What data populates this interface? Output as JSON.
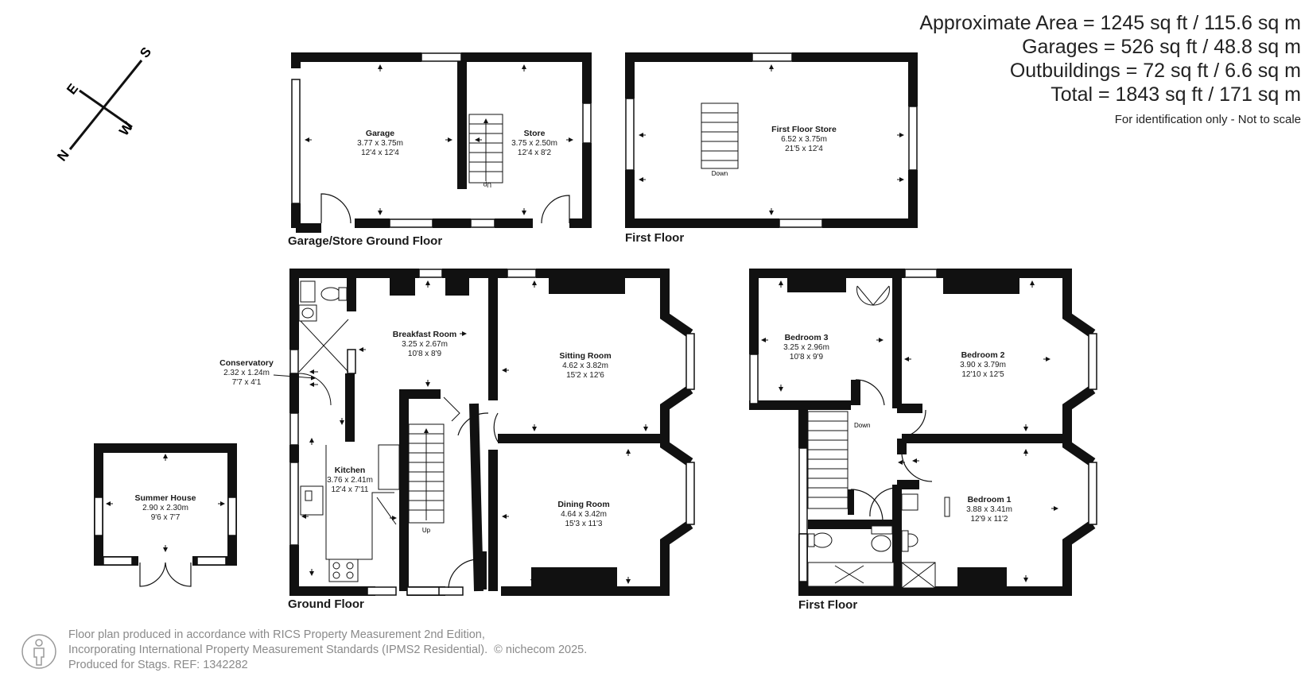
{
  "summary": {
    "approximate_area": "Approximate Area = 1245 sq ft / 115.6 sq m",
    "garages": "Garages = 526 sq ft / 48.8 sq m",
    "outbuildings": "Outbuildings = 72 sq ft / 6.6 sq m",
    "total": "Total = 1843 sq ft / 171 sq m",
    "note": "For identification only - Not to scale"
  },
  "compass": {
    "n": "N",
    "s": "S",
    "e": "E",
    "w": "W"
  },
  "floor_labels": {
    "garage_ground": "Garage/Store Ground Floor",
    "garage_first": "First Floor",
    "ground": "Ground Floor",
    "first": "First Floor"
  },
  "rooms": {
    "garage": {
      "name": "Garage",
      "metric": "3.77 x 3.75m",
      "imperial": "12'4 x 12'4"
    },
    "store": {
      "name": "Store",
      "metric": "3.75 x 2.50m",
      "imperial": "12'4 x 8'2"
    },
    "first_floor_store": {
      "name": "First Floor Store",
      "metric": "6.52 x 3.75m",
      "imperial": "21'5 x 12'4"
    },
    "conservatory": {
      "name": "Conservatory",
      "metric": "2.32 x 1.24m",
      "imperial": "7'7 x 4'1"
    },
    "breakfast_room": {
      "name": "Breakfast Room",
      "metric": "3.25 x 2.67m",
      "imperial": "10'8 x 8'9"
    },
    "sitting_room": {
      "name": "Sitting Room",
      "metric": "4.62 x 3.82m",
      "imperial": "15'2 x 12'6"
    },
    "kitchen": {
      "name": "Kitchen",
      "metric": "3.76 x 2.41m",
      "imperial": "12'4 x 7'11"
    },
    "dining_room": {
      "name": "Dining Room",
      "metric": "4.64 x 3.42m",
      "imperial": "15'3 x 11'3"
    },
    "summer_house": {
      "name": "Summer House",
      "metric": "2.90 x 2.30m",
      "imperial": "9'6 x 7'7"
    },
    "bedroom_3": {
      "name": "Bedroom 3",
      "metric": "3.25 x 2.96m",
      "imperial": "10'8 x 9'9"
    },
    "bedroom_2": {
      "name": "Bedroom  2",
      "metric": "3.90 x 3.79m",
      "imperial": "12'10 x 12'5"
    },
    "bedroom_1": {
      "name": "Bedroom 1",
      "metric": "3.88 x 3.41m",
      "imperial": "12'9 x 11'2"
    }
  },
  "stairs": {
    "up": "Up",
    "down": "Down"
  },
  "footer": {
    "line1": "Floor plan produced in accordance with RICS Property Measurement 2nd Edition,",
    "line2": "Incorporating International Property Measurement Standards (IPMS2 Residential).",
    "brand": "© nichecom 2025.",
    "line3": "Produced for Stags.   REF: 1342282"
  }
}
